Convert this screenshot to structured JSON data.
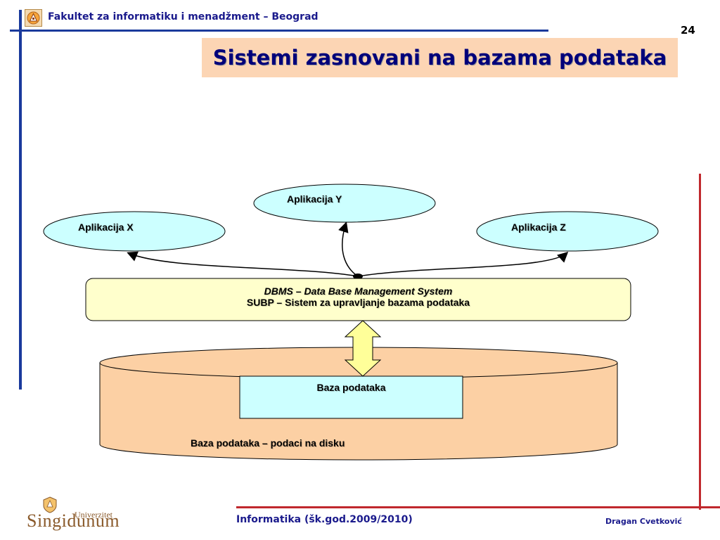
{
  "header": {
    "institution": "Fakultet za informatiku i menadžment – Beograd",
    "page_number": "24"
  },
  "title": "Sistemi zasnovani na bazama podataka",
  "diagram": {
    "app_x": "Aplikacija X",
    "app_y": "Aplikacija Y",
    "app_z": "Aplikacija Z",
    "dbms_line1": "DBMS – Data Base Management System",
    "dbms_line2": "SUBP – Sistem za upravljanje bazama podataka",
    "database": "Baza podataka",
    "disk": "Baza podataka – podaci na disku"
  },
  "footer": {
    "course": "Informatika (šk.god.2009/2010)",
    "author": "Dragan Cvetković",
    "brand_small": "Univerzitet",
    "brand_big": "Singidunum"
  },
  "colors": {
    "accent_blue": "#1a3a9c",
    "accent_red": "#c0282d",
    "title_bg": "#fcd5b4",
    "ellipse_fill": "#ccffff",
    "dbms_fill": "#ffffcc",
    "cylinder_fill": "#fcd0a4"
  }
}
